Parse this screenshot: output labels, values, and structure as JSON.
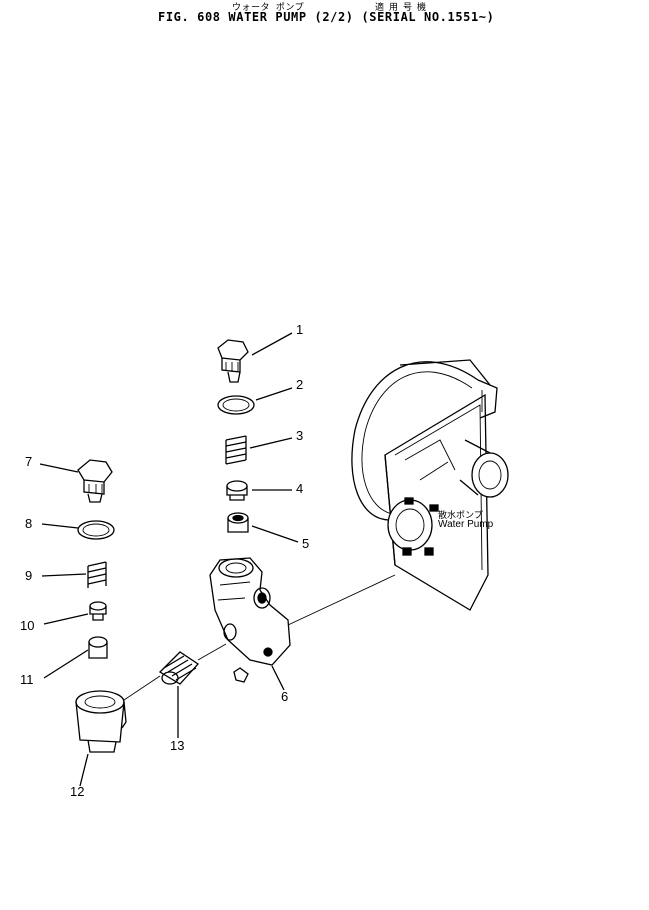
{
  "header": {
    "jp_name": "ウォータ ポンプ",
    "jp_applicable": "適用号機",
    "title": "FIG. 608  WATER PUMP (2/2)  (SERIAL NO.1551~)"
  },
  "callouts": [
    {
      "id": "1",
      "label": "1"
    },
    {
      "id": "2",
      "label": "2"
    },
    {
      "id": "3",
      "label": "3"
    },
    {
      "id": "4",
      "label": "4"
    },
    {
      "id": "5",
      "label": "5"
    },
    {
      "id": "6",
      "label": "6"
    },
    {
      "id": "7",
      "label": "7"
    },
    {
      "id": "8",
      "label": "8"
    },
    {
      "id": "9",
      "label": "9"
    },
    {
      "id": "10",
      "label": "10"
    },
    {
      "id": "11",
      "label": "11"
    },
    {
      "id": "12",
      "label": "12"
    },
    {
      "id": "13",
      "label": "13"
    }
  ],
  "pump_label": {
    "jp": "散水ポンプ",
    "en": "Water Pump"
  }
}
